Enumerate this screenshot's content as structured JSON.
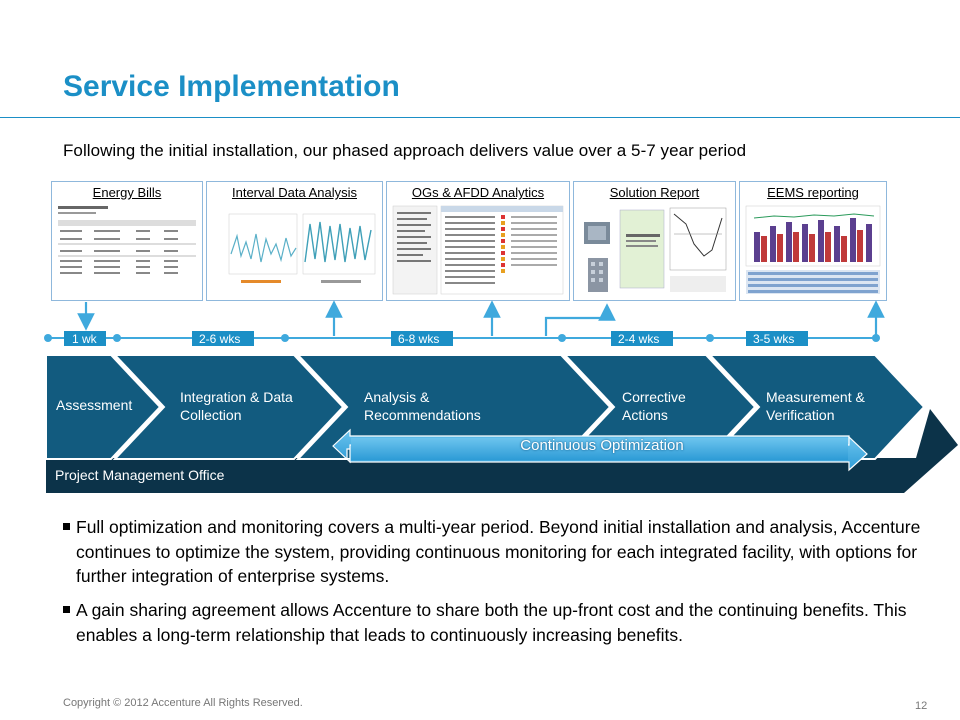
{
  "slide": {
    "title": "Service Implementation",
    "subtitle": "Following the initial installation, our phased approach delivers value over a 5-7 year period"
  },
  "cards": [
    {
      "label": "Energy Bills"
    },
    {
      "label": "Interval Data Analysis"
    },
    {
      "label": "OGs & AFDD Analytics"
    },
    {
      "label": "Solution Report"
    },
    {
      "label": "EEMS reporting"
    }
  ],
  "timeline": {
    "durations": [
      "1 wk",
      "2-6 wks",
      "6-8 wks",
      "2-4 wks",
      "3-5 wks"
    ]
  },
  "phases": [
    {
      "label": "Assessment"
    },
    {
      "label": "Integration & Data Collection"
    },
    {
      "label": "Analysis & Recommendations"
    },
    {
      "label": "Corrective Actions"
    },
    {
      "label": "Measurement & Verification"
    }
  ],
  "pmo_label": "Project Management Office",
  "continuous_label": "Continuous Optimization",
  "bullets": [
    "Full optimization and monitoring covers a multi-year period.  Beyond initial installation and analysis, Accenture continues to optimize the system, providing continuous monitoring for each integrated facility, with options for further integration of enterprise systems.",
    "A gain sharing agreement allows Accenture to share both the up-front cost and the continuing benefits. This enables a long-term relationship that leads to continuously increasing benefits."
  ],
  "footer": {
    "copyright": "Copyright © 2012 Accenture  All Rights Reserved.",
    "page": "12"
  },
  "colors": {
    "accent": "#1b8fc6",
    "phase_fill": "#125b7f",
    "pmo_fill": "#0c3349",
    "arrow": "#3fa9dd"
  }
}
